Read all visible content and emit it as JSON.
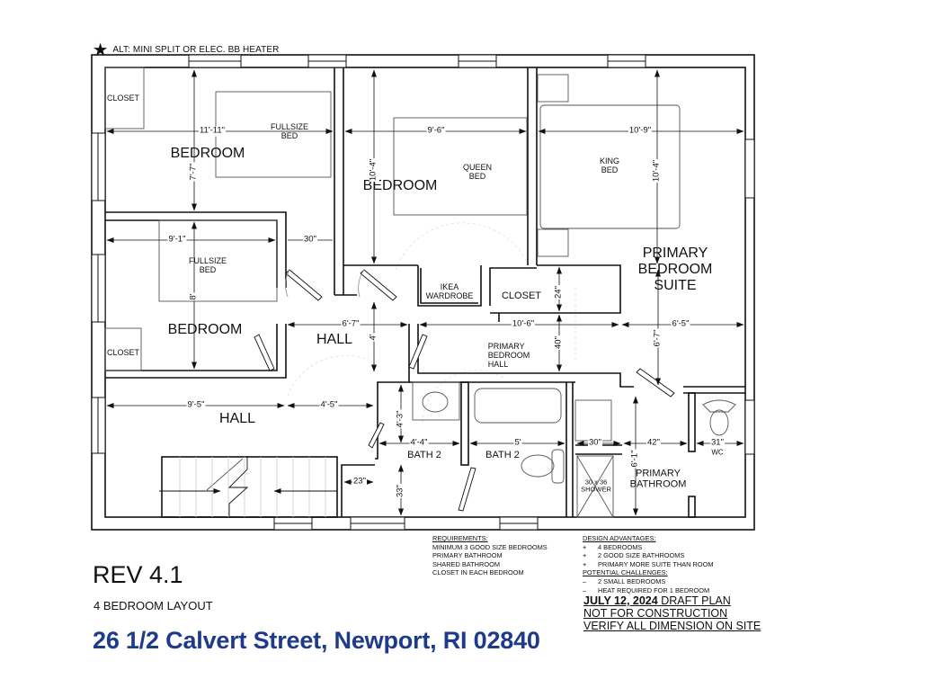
{
  "header_note": {
    "symbol": "★",
    "text": "ALT: MINI SPLIT OR ELEC. BB HEATER"
  },
  "rooms": {
    "bedroom_nw": {
      "label": "BEDROOM",
      "closet": "CLOSET",
      "bed": [
        "FULLSIZE",
        "BED"
      ],
      "dim_width": "11'-11\"",
      "dim_height": "7'-7\""
    },
    "bedroom_center": {
      "label": "BEDROOM",
      "bed": [
        "QUEEN",
        "BED"
      ],
      "dim_width": "9'-6\"",
      "dim_height": "10'-4\""
    },
    "primary_suite": {
      "label": [
        "PRIMARY",
        "BEDROOM",
        "SUITE"
      ],
      "bed": [
        "KING",
        "BED"
      ],
      "dim_width": "10'-9\"",
      "dim_height": "10'-4\"",
      "dim_side": "6'-5\"",
      "dim_side_height": "6'-7\""
    },
    "bedroom_w": {
      "label": "BEDROOM",
      "closet": "CLOSET",
      "bed": [
        "FULLSIZE",
        "BED"
      ],
      "dim_width": "9'-1\"",
      "dim_height": "8'",
      "dim_gap": "30\""
    },
    "hall_center": {
      "label": "HALL",
      "dim_width": "6'-7\"",
      "dim_height": "4'"
    },
    "wardrobe": {
      "label": [
        "IKEA",
        "WARDROBE"
      ]
    },
    "closet_primary": {
      "label": "CLOSET",
      "dim_depth": "24\""
    },
    "primary_hall": {
      "label": [
        "PRIMARY",
        "BEDROOM",
        "HALL"
      ],
      "dim_width": "10'-6\"",
      "dim_height": "40\""
    },
    "hall_south": {
      "label": "HALL",
      "dim_width": "9'-5\"",
      "dim_extra": "4'-5\"",
      "dim_step": "23\""
    },
    "bath2_vanity": {
      "label": "BATH 2",
      "dim_width": "4'-4\"",
      "dim_height_top": "4'-3\"",
      "dim_height_bottom": "33\""
    },
    "bath2_tub": {
      "label": "BATH 2",
      "dim_width": "5'"
    },
    "primary_bath": {
      "label": [
        "PRIMARY",
        "BATHROOM"
      ],
      "shower": [
        "30 x 36",
        "SHOWER"
      ],
      "wc": "WC",
      "dim_vanity": "30\"",
      "dim_middle": "42\"",
      "dim_wc": "31\"",
      "dim_height": "6'-1\""
    }
  },
  "requirements": {
    "title": "REQUIREMENTS:",
    "items": [
      "MINIMUM 3 GOOD SIZE BEDROOMS",
      "PRIMARY BATHROOM",
      "SHARED BATHROOM",
      "CLOSET IN EACH BEDROOM"
    ]
  },
  "design_advantages": {
    "title": "DESIGN ADVANTAGES:",
    "items": [
      {
        "sign": "+",
        "text": "4 BEDROOMS"
      },
      {
        "sign": "+",
        "text": "2 GOOD SIZE BATHROOMS"
      },
      {
        "sign": "+",
        "text": "PRIMARY MORE SUITE THAN ROOM"
      }
    ]
  },
  "potential_challenges": {
    "title": "POTENTIAL CHALLENGES:",
    "items": [
      {
        "sign": "–",
        "text": "2 SMALL  BEDROOMS"
      },
      {
        "sign": "–",
        "text": "HEAT REQUIRED FOR 1 BEDROOM"
      }
    ]
  },
  "title_block": {
    "revision": "REV 4.1",
    "layout": "4 BEDROOM LAYOUT",
    "address": "26 1/2 Calvert Street, Newport, RI 02840",
    "date": "JULY 12, 2024",
    "draft": " DRAFT PLAN",
    "not_for_construction": "NOT FOR CONSTRUCTION",
    "verify": "VERIFY ALL DIMENSION ON SITE"
  },
  "colors": {
    "address": "#1e3a8a",
    "wall": "#111111",
    "furniture": "#555555",
    "faint": "#cfcfcf"
  }
}
